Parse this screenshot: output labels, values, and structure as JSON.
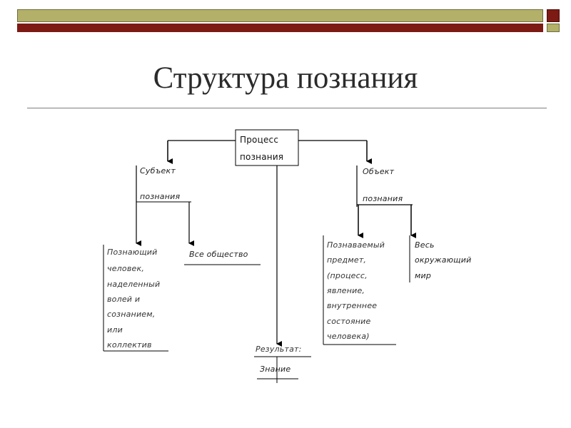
{
  "slide": {
    "title": "Структура познания",
    "colors": {
      "header_bar": "#b3b06a",
      "header_stripe": "#7d1a14",
      "title_text": "#2b2b2b",
      "rule": "#7f7f7f"
    }
  },
  "diagram": {
    "center_box": {
      "line1": "Процесс",
      "line2": "познания"
    },
    "subject": {
      "line1": "Субъект",
      "line2": "познания"
    },
    "object": {
      "line1": "Объект",
      "line2": "познания"
    },
    "cognizer": {
      "lines": [
        "Познающий",
        "человек,",
        "наделенный",
        "волей и",
        "сознанием,",
        "или",
        "коллектив"
      ]
    },
    "society": {
      "label": "Все общество"
    },
    "known_object": {
      "lines": [
        "Познаваемый",
        "предмет,",
        "(процесс,",
        "явление,",
        "внутреннее",
        "состояние",
        "человека)"
      ]
    },
    "whole_world": {
      "lines": [
        "Весь",
        "окружающий",
        "мир"
      ]
    },
    "result": {
      "line1": "Результат:",
      "line2": "Знание"
    }
  }
}
